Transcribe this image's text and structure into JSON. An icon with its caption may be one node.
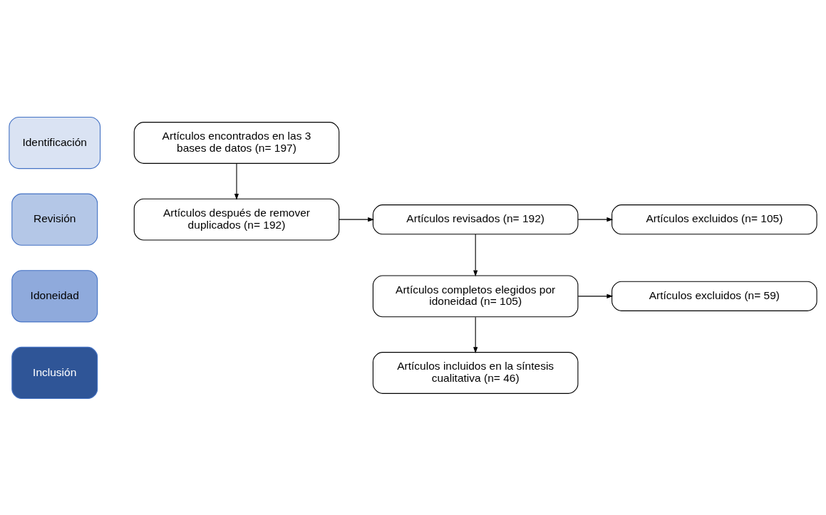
{
  "diagram": {
    "nodes": [
      {
        "text": [
          "Identificación"
        ]
      },
      {
        "text": [
          "Revisión"
        ]
      },
      {
        "text": [
          "Idoneidad"
        ]
      },
      {
        "text": [
          "Inclusión"
        ]
      },
      {
        "text": [
          "Artículos encontrados en las 3 bases de datos (n= 197)"
        ]
      },
      {
        "text": [
          "Artículos después de remover duplicados (n= 192)"
        ]
      },
      {
        "text": [
          "Artículos revisados (n= 192)"
        ]
      },
      {
        "text": [
          "Artículos excluidos (n= 105)"
        ]
      },
      {
        "text": [
          "Artículos completos elegidos por idoneidad (n= 105)"
        ]
      },
      {
        "text": [
          "Artículos excluidos (n= 59)"
        ]
      },
      {
        "text": [
          "Artículos incluidos en la síntesis cualitativa (n= 46)"
        ]
      }
    ],
    "edges": [
      {
        "from": 4,
        "to": 5,
        "arrow": "to"
      },
      {
        "from": 5,
        "to": 6,
        "arrow": "to"
      },
      {
        "from": 6,
        "to": 7,
        "arrow": "to"
      },
      {
        "from": 6,
        "to": 8,
        "arrow": "to"
      },
      {
        "from": 8,
        "to": 9,
        "arrow": "to"
      },
      {
        "from": 8,
        "to": 10,
        "arrow": "to"
      }
    ]
  }
}
